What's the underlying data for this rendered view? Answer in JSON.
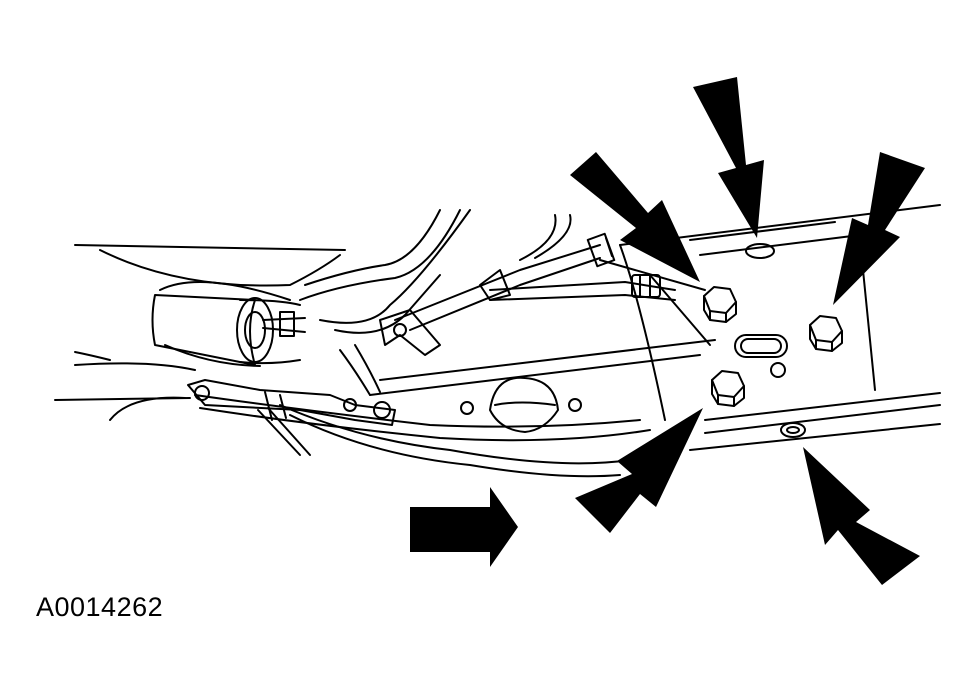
{
  "figure": {
    "id_label": "A0014262",
    "line_color": "#000000",
    "background_color": "#ffffff",
    "callouts": [
      "arrow-upper-left-bolt",
      "arrow-top-slot-hole",
      "arrow-right-bolt",
      "arrow-lower-left-bolt",
      "arrow-lower-right-hole",
      "arrow-direction-forward"
    ]
  }
}
